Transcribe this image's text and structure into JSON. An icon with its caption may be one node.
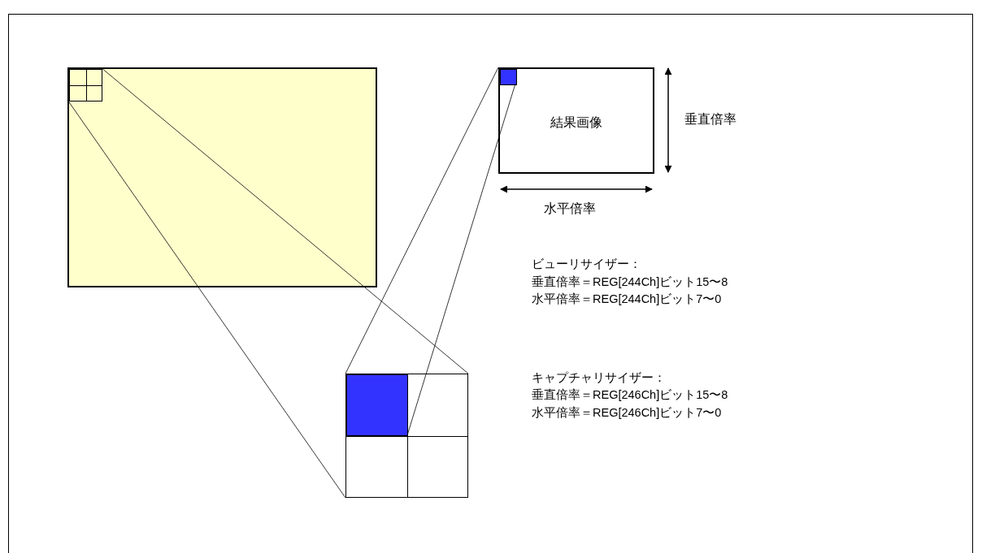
{
  "diagram": {
    "nodes": [
      {
        "text": [],
        "shape": "box"
      },
      {
        "text": [],
        "shape": "box",
        "in": 0
      },
      {
        "text": [
          "結果画像"
        ]
      },
      {
        "text": [],
        "shape": "box",
        "in": 2
      },
      {
        "text": [],
        "shape": "box"
      },
      {
        "text": [],
        "shape": "box",
        "in": 4
      }
    ],
    "edges": [
      {
        "from": 1,
        "to": 4,
        "arrow": "none"
      },
      {
        "from": 1,
        "to": 4,
        "arrow": "none"
      },
      {
        "from": 3,
        "to": 5,
        "arrow": "none"
      },
      {
        "from": 3,
        "to": 5,
        "arrow": "none"
      }
    ],
    "labels": [
      "垂直倍率",
      "水平倍率",
      "ビューリサイザー：",
      "垂直倍率＝REG[244Ch]ビット15〜8",
      "水平倍率＝REG[244Ch]ビット7〜0",
      "キャプチャリサイザー：",
      "垂直倍率＝REG[246Ch]ビット15〜8",
      "水平倍率＝REG[246Ch]ビット7〜0"
    ]
  }
}
